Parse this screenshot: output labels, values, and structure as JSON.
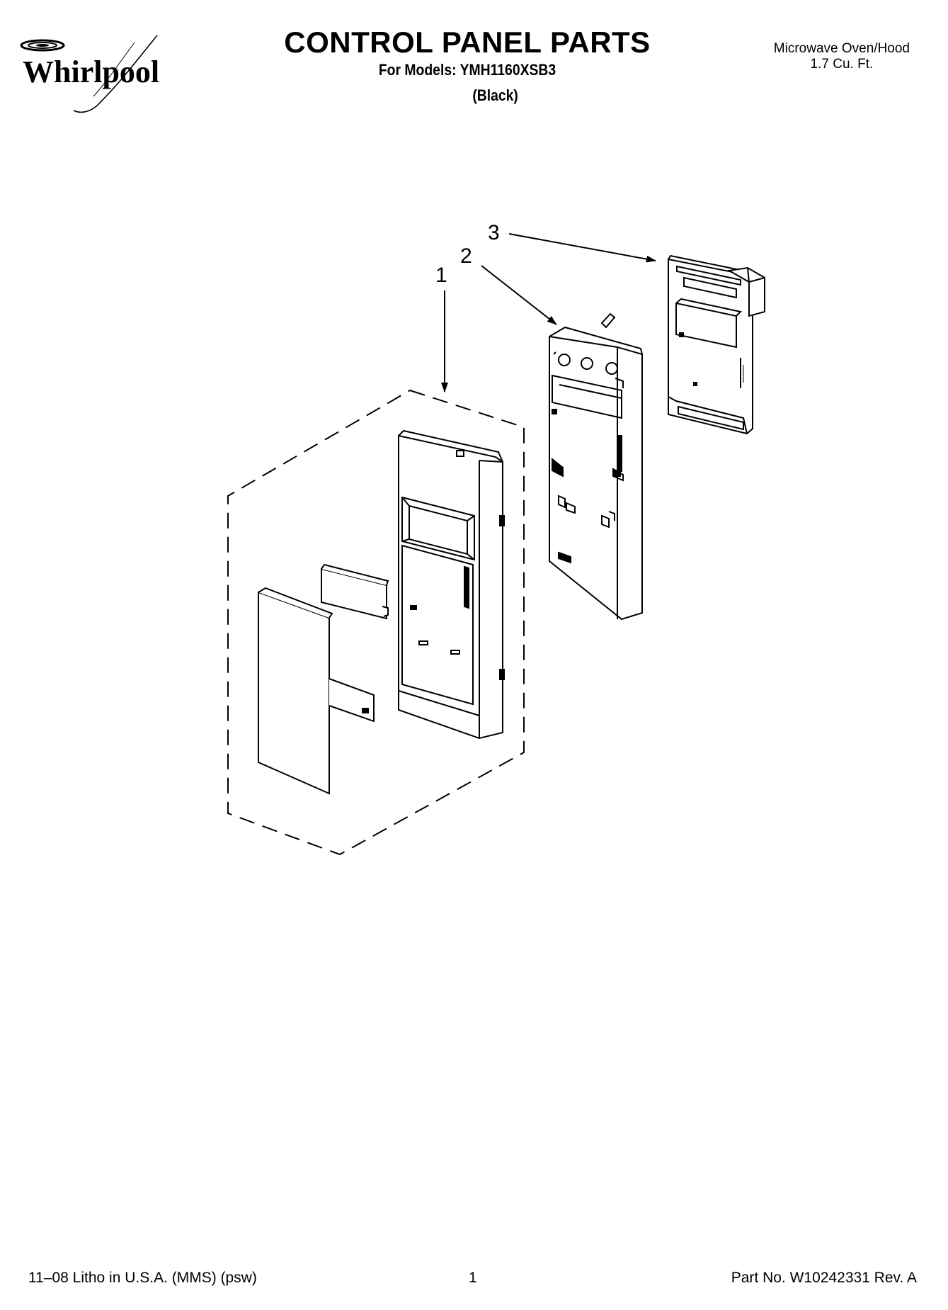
{
  "header": {
    "brand": "Whirlpool",
    "title": "CONTROL PANEL PARTS",
    "models_line": "For Models: YMH1160XSB3",
    "color_line": "(Black)",
    "product_line1": "Microwave Oven/Hood",
    "product_line2": "1.7 Cu. Ft."
  },
  "diagram": {
    "callouts": [
      "1",
      "2",
      "3"
    ]
  },
  "footer": {
    "litho": "11–08 Litho in U.S.A. (MMS) (psw)",
    "page": "1",
    "part_no": "Part No. W10242331 Rev. A"
  }
}
